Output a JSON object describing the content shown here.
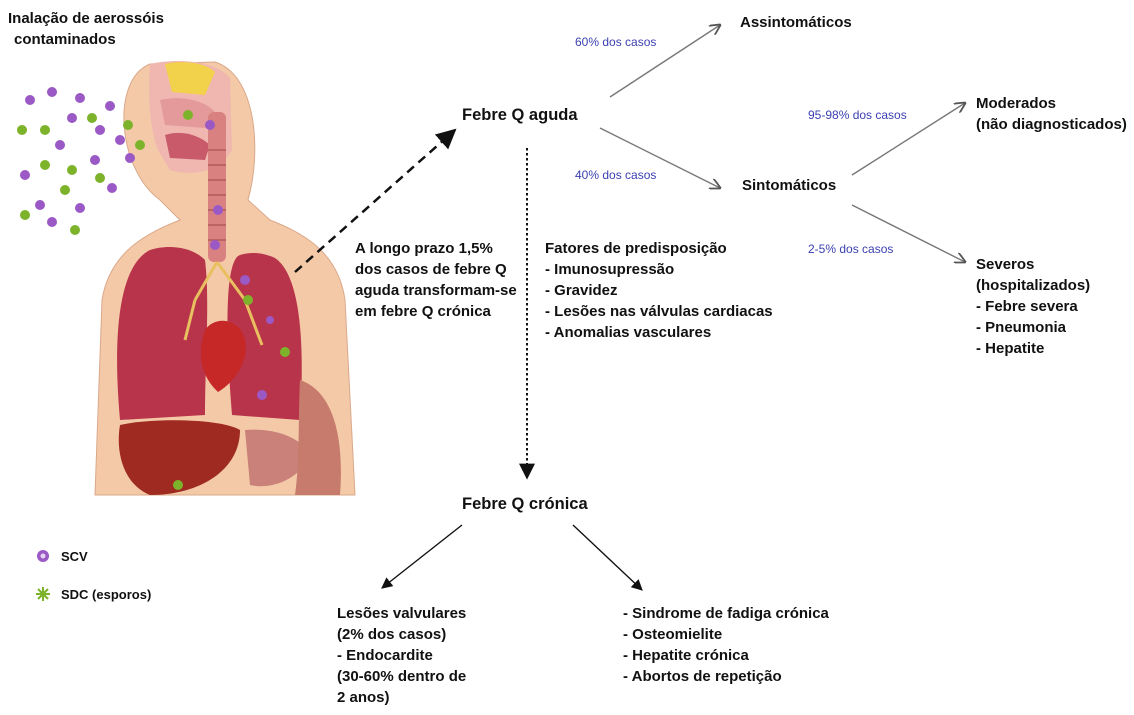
{
  "inhalation_title_lines": [
    "Inalação de aerossóis",
    "contaminados"
  ],
  "nodes": {
    "acute": "Febre Q aguda",
    "asymptomatic": "Assintomáticos",
    "symptomatic": "Sintomáticos",
    "moderate_lines": [
      "Moderados",
      "(não diagnosticados)"
    ],
    "severe_lines": [
      "Severos",
      "(hospitalizados)",
      "- Febre severa",
      "- Pneumonia",
      "- Hepatite"
    ],
    "chronic": "Febre Q crónica"
  },
  "percentages": {
    "asymptomatic": "60% dos casos",
    "symptomatic": "40% dos casos",
    "moderate": "95-98% dos casos",
    "severe": "2-5% dos casos"
  },
  "long_term_lines": [
    "A longo prazo 1,5%",
    "dos casos de febre Q",
    "aguda transformam-se",
    "em febre Q crónica"
  ],
  "predisposition_lines": [
    "Fatores de predisposição",
    "- Imunosupressão",
    "- Gravidez",
    "- Lesões nas válvulas cardiacas",
    "- Anomalias vasculares"
  ],
  "valvular_lines": [
    "Lesões valvulares",
    "(2% dos casos)",
    "- Endocardite",
    "(30-60% dentro de",
    "2 anos)"
  ],
  "chronic_other_lines": [
    "- Sindrome de fadiga crónica",
    "- Osteomielite",
    "- Hepatite crónica",
    "- Abortos de repetição"
  ],
  "legend": [
    {
      "label": "SCV",
      "icon": "scv-cell-icon",
      "color": "#9b59c6"
    },
    {
      "label": "SDC (esporos)",
      "icon": "sdc-spore-icon",
      "color": "#7cb32a"
    }
  ],
  "colors": {
    "skin": "#f4c9a8",
    "lung": "#b8344a",
    "liver": "#9e2a22",
    "trachea": "#d98080",
    "sinus": "#f2d24a",
    "percent_text": "#3a3fb0"
  }
}
